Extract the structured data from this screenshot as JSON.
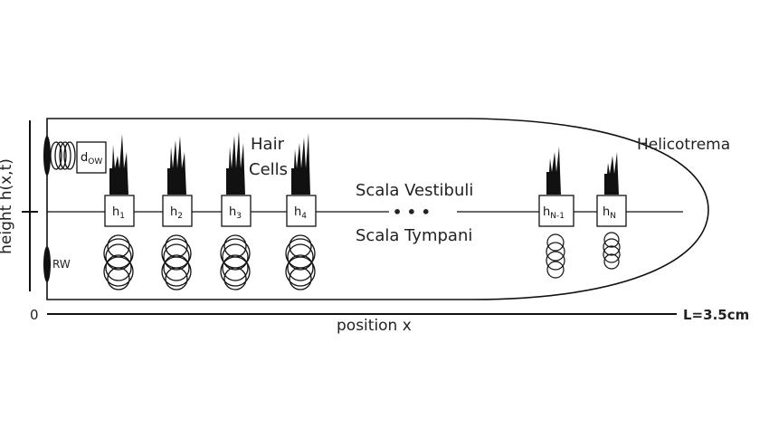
{
  "axis": {
    "y_label": "height h(x,t)",
    "x_label": "position x",
    "origin_label": "0",
    "end_label": "L=3.5cm"
  },
  "regions": {
    "hair_cells_line1": "Hair",
    "hair_cells_line2": "Cells",
    "scala_vestibuli": "Scala Vestibuli",
    "scala_tympani": "Scala Tympani",
    "helicotrema": "Helicotrema",
    "ellipsis": "• • •"
  },
  "windows": {
    "oval_window_box": {
      "base": "d",
      "sub": "OW"
    },
    "round_window": "RW"
  },
  "elements": [
    {
      "base": "h",
      "sub": "1"
    },
    {
      "base": "h",
      "sub": "2"
    },
    {
      "base": "h",
      "sub": "3"
    },
    {
      "base": "h",
      "sub": "4"
    },
    {
      "base": "h",
      "sub": "N-1"
    },
    {
      "base": "h",
      "sub": "N"
    }
  ]
}
